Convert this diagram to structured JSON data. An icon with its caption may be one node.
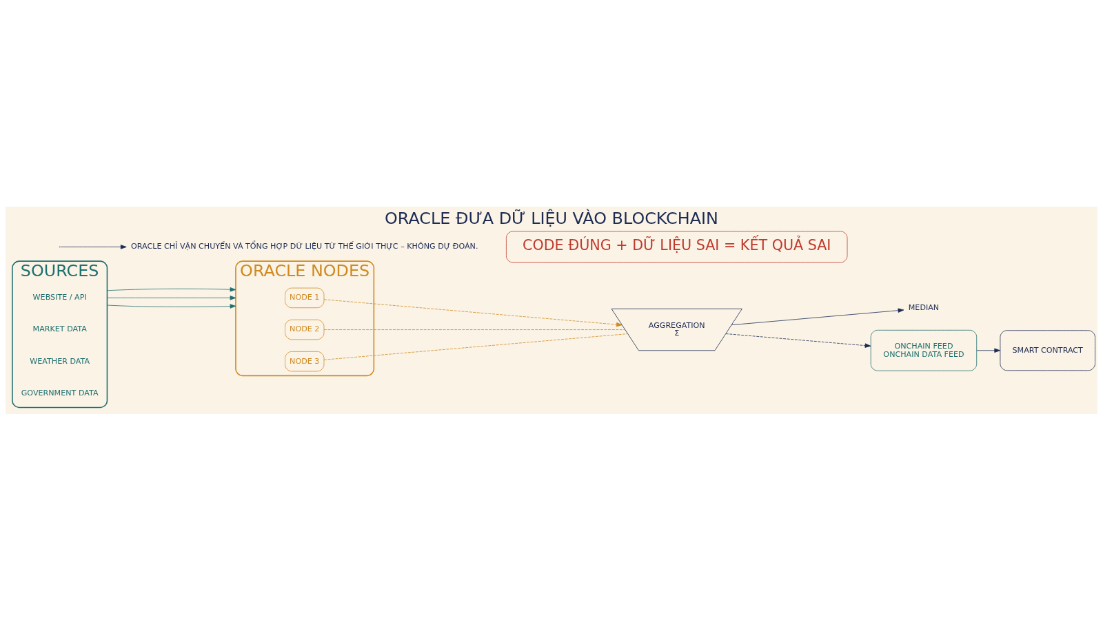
{
  "diagram": {
    "title": "ORACLE ĐƯA DỮ LIỆU VÀO BLOCKCHAIN",
    "nodes": [
      {
        "text": [
          "SOURCES"
        ]
      },
      {
        "text": [
          "WEBSITE / API"
        ],
        "in": 0
      },
      {
        "text": [
          "MARKET DATA"
        ],
        "in": 0
      },
      {
        "text": [
          "WEATHER DATA"
        ],
        "in": 0
      },
      {
        "text": [
          "GOVERNMENT DATA"
        ],
        "in": 0
      },
      {
        "text": [
          "ORACLE NODES"
        ]
      },
      {
        "text": [
          "NODE 1"
        ],
        "in": 5
      },
      {
        "text": [
          "NODE 2"
        ],
        "in": 5
      },
      {
        "text": [
          "NODE 3"
        ],
        "in": 5
      },
      {
        "text": [
          "AGGREGATION",
          "Σ"
        ]
      },
      {
        "text": [
          "MEDIAN"
        ]
      },
      {
        "text": [
          "ONCHAIN FEED",
          "ONCHAIN DATA FEED"
        ]
      },
      {
        "text": [
          "SMART CONTRACT"
        ]
      },
      {
        "text": [
          "CODE ĐÚNG + DỮ LIỆU SAI = KẾT QUẢ SAI"
        ]
      },
      {
        "text": [
          "ORACLE CHỈ VẬN CHUYỂN VÀ TỔNG HỢP DỮ LIỆU TỪ THẾ GIỚI THỰC – KHÔNG DỰ ĐOÁN."
        ]
      }
    ],
    "edges": [
      {
        "from": 0,
        "to": 5,
        "arrow": "to",
        "color": "#1f6f6f"
      },
      {
        "from": 0,
        "to": 5,
        "arrow": "to",
        "color": "#1f6f6f"
      },
      {
        "from": 0,
        "to": 5,
        "arrow": "to",
        "color": "#1f6f6f"
      },
      {
        "from": 6,
        "to": 9,
        "arrow": "to",
        "style": "dashed",
        "color": "#d08a20"
      },
      {
        "from": 7,
        "to": 9,
        "arrow": "none",
        "style": "dashed",
        "color": "#d08a20"
      },
      {
        "from": 8,
        "to": 9,
        "arrow": "none",
        "style": "dashed",
        "color": "#d08a20"
      },
      {
        "from": 9,
        "to": 10,
        "arrow": "to"
      },
      {
        "from": 9,
        "to": 11,
        "arrow": "to",
        "style": "dashed"
      },
      {
        "from": 11,
        "to": 12,
        "arrow": "to"
      },
      {
        "from": null,
        "to": 14,
        "arrow": "to"
      }
    ]
  }
}
